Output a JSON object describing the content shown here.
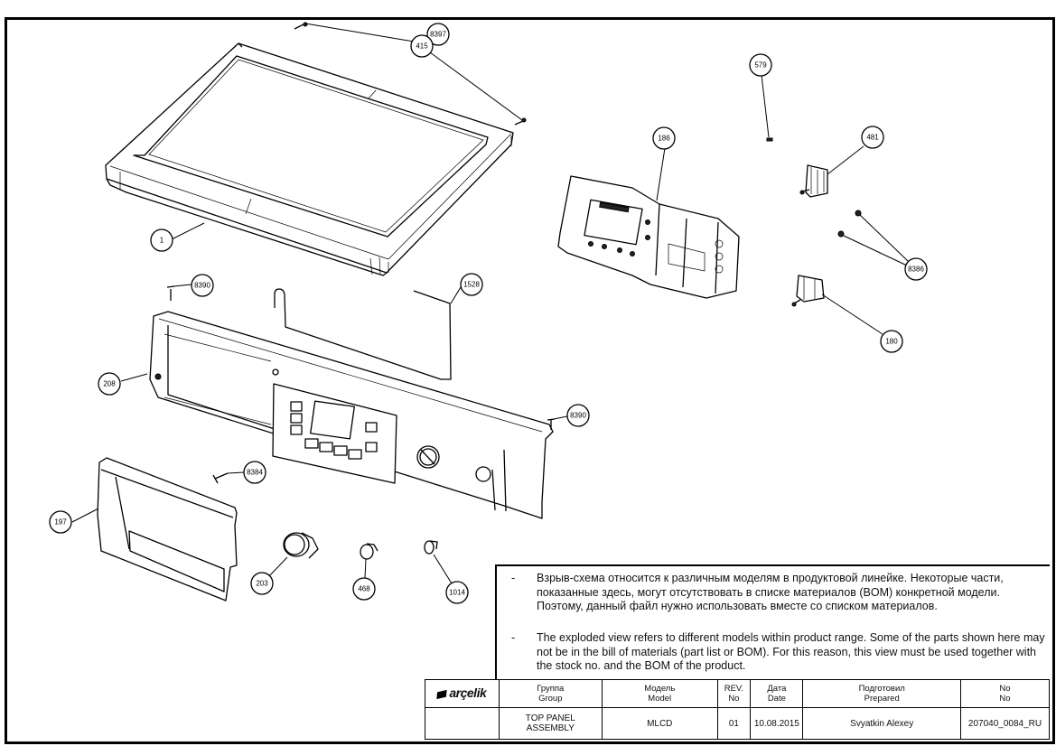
{
  "drawing": {
    "title": "TOP PANEL ASSEMBLY exploded view",
    "callouts": [
      {
        "id": "1",
        "label": "1"
      },
      {
        "id": "415",
        "label": "415"
      },
      {
        "id": "8397",
        "label": "8397"
      },
      {
        "id": "579",
        "label": "579"
      },
      {
        "id": "186",
        "label": "186"
      },
      {
        "id": "481",
        "label": "481"
      },
      {
        "id": "8386",
        "label": "8386"
      },
      {
        "id": "180",
        "label": "180"
      },
      {
        "id": "8390a",
        "label": "8390"
      },
      {
        "id": "1528",
        "label": "1528"
      },
      {
        "id": "208",
        "label": "208"
      },
      {
        "id": "8390b",
        "label": "8390"
      },
      {
        "id": "8384",
        "label": "8384"
      },
      {
        "id": "197",
        "label": "197"
      },
      {
        "id": "203",
        "label": "203"
      },
      {
        "id": "468",
        "label": "468"
      },
      {
        "id": "1014",
        "label": "1014"
      }
    ]
  },
  "notes": {
    "bullet": "-",
    "ru": "Взрыв-схема относится к различным моделям в продуктовой линейке. Некоторые части, показанные здесь, могут отсутствовать в списке материалов (BOM) конкретной модели. Поэтому, данный файл нужно использовать вместе со списком материалов.",
    "en": "The exploded view refers to different models within product range. Some of the parts shown here may not be in the bill of materials (part list or BOM). For this reason, this view must be used together with the stock no. and the BOM of the product."
  },
  "title_block": {
    "logo": "arçelik",
    "headers": {
      "group_ru": "Группа",
      "group_en": "Group",
      "model_ru": "Модель",
      "model_en": "Model",
      "rev_ru": "REV.",
      "rev_en": "No",
      "date_ru": "Дата",
      "date_en": "Date",
      "prepared_ru": "Подготовил",
      "prepared_en": "Prepared",
      "no_ru": "No",
      "no_en": "No"
    },
    "values": {
      "group_line1": "TOP PANEL",
      "group_line2": "ASSEMBLY",
      "model": "MLCD",
      "rev": "01",
      "date": "10.08.2015",
      "prepared": "Svyatkin Alexey",
      "no": "207040_0084_RU"
    }
  }
}
